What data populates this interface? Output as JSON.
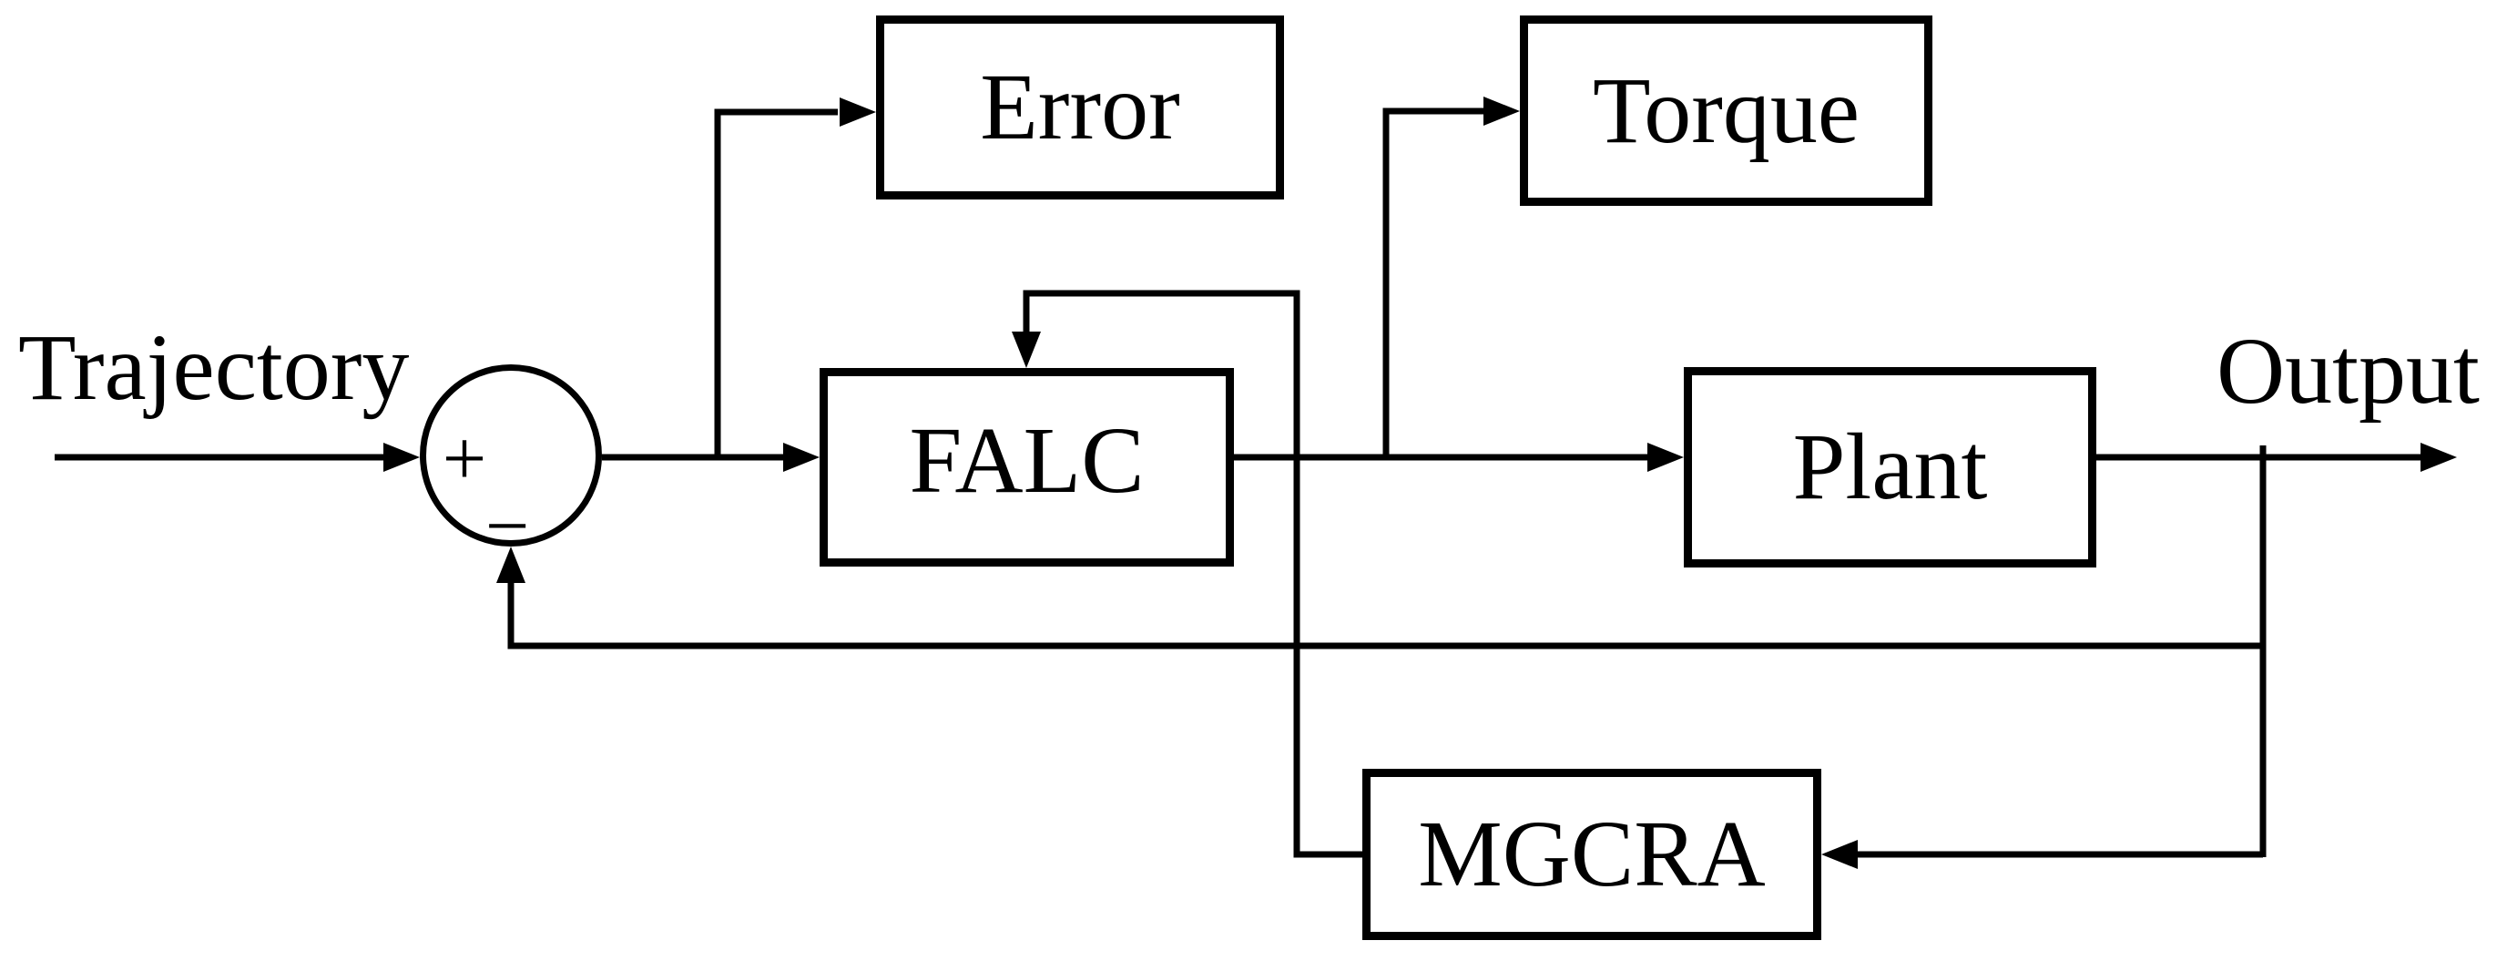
{
  "diagram": {
    "kind": "feedback-control-block-diagram",
    "colors": {
      "background": "#ffffff",
      "line": "#000000",
      "text": "#000000"
    },
    "input_label": "Trajectory",
    "output_label": "Output",
    "summing": {
      "plus": "+",
      "minus": "−"
    },
    "blocks": {
      "error": "Error",
      "torque": "Torque",
      "falc": "FALC",
      "plant": "Plant",
      "mgcra": "MGCRA"
    }
  }
}
